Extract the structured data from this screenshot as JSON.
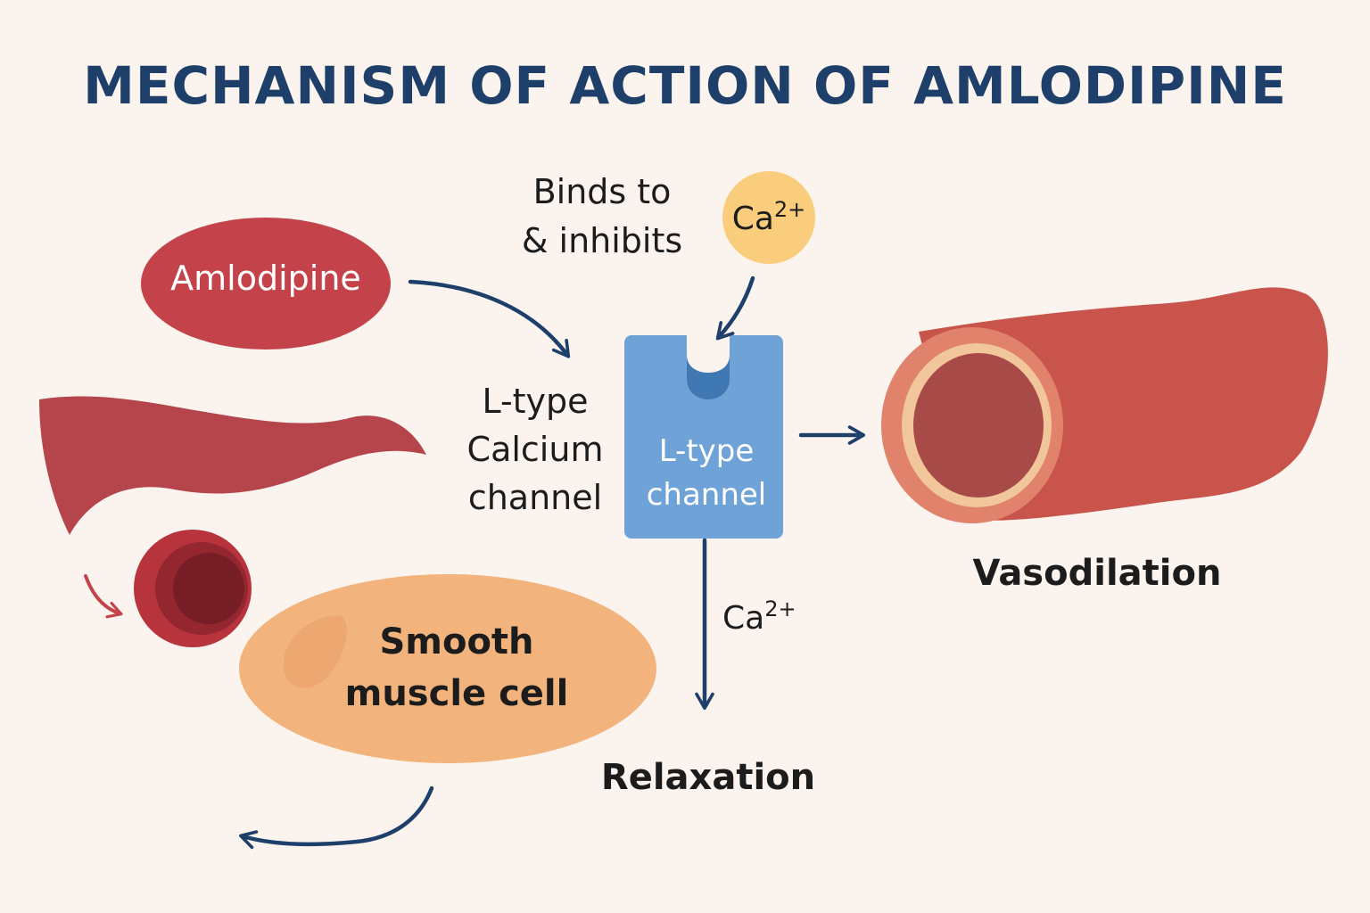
{
  "title": "MECHANISM OF ACTION OF AMLODIPINE",
  "labels": {
    "amlodipine": "Amlodipine",
    "binds_line1": "Binds to",
    "binds_line2": "& inhibits",
    "ca_top_base": "Ca",
    "ca_top_charge": "2+",
    "ltype_side_line1": "L-type",
    "ltype_side_line2": "Calcium",
    "ltype_side_line3": "channel",
    "channel_line1": "L-type",
    "channel_line2": "channel",
    "ca_flow_base": "Ca",
    "ca_flow_charge": "2+",
    "smooth_line1": "Smooth",
    "smooth_line2": "muscle cell",
    "relaxation": "Relaxation",
    "vasodilation": "Vasodilation"
  },
  "colors": {
    "title": "#1e3f6a",
    "arrow": "#1e3f6a",
    "drug_red": "#c4434a",
    "ion_yellow": "#f9cd7c",
    "channel_blue": "#6fa3d8",
    "channel_dark": "#3f78b3",
    "cell_orange": "#f2b47c",
    "vessel_red": "#c8544c",
    "vessel_inner": "#a84a48",
    "vessel_ring": "#f0c69a",
    "rbc": "#a83038"
  }
}
